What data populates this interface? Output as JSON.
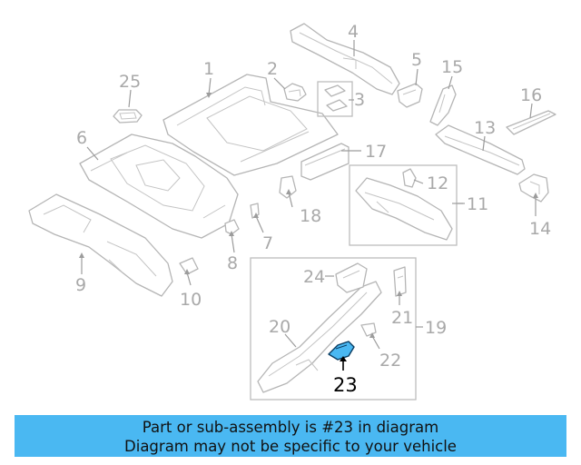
{
  "diagram": {
    "highlight_color": "#4ab8f2",
    "highlighted_part": "23",
    "labels": [
      "1",
      "2",
      "3",
      "4",
      "5",
      "6",
      "7",
      "8",
      "9",
      "10",
      "11",
      "12",
      "13",
      "14",
      "15",
      "16",
      "17",
      "18",
      "19",
      "20",
      "21",
      "22",
      "23",
      "24",
      "25"
    ]
  },
  "banner": {
    "line1": "Part or sub-assembly is #23 in diagram",
    "line2": "Diagram may not be specific to your vehicle"
  }
}
